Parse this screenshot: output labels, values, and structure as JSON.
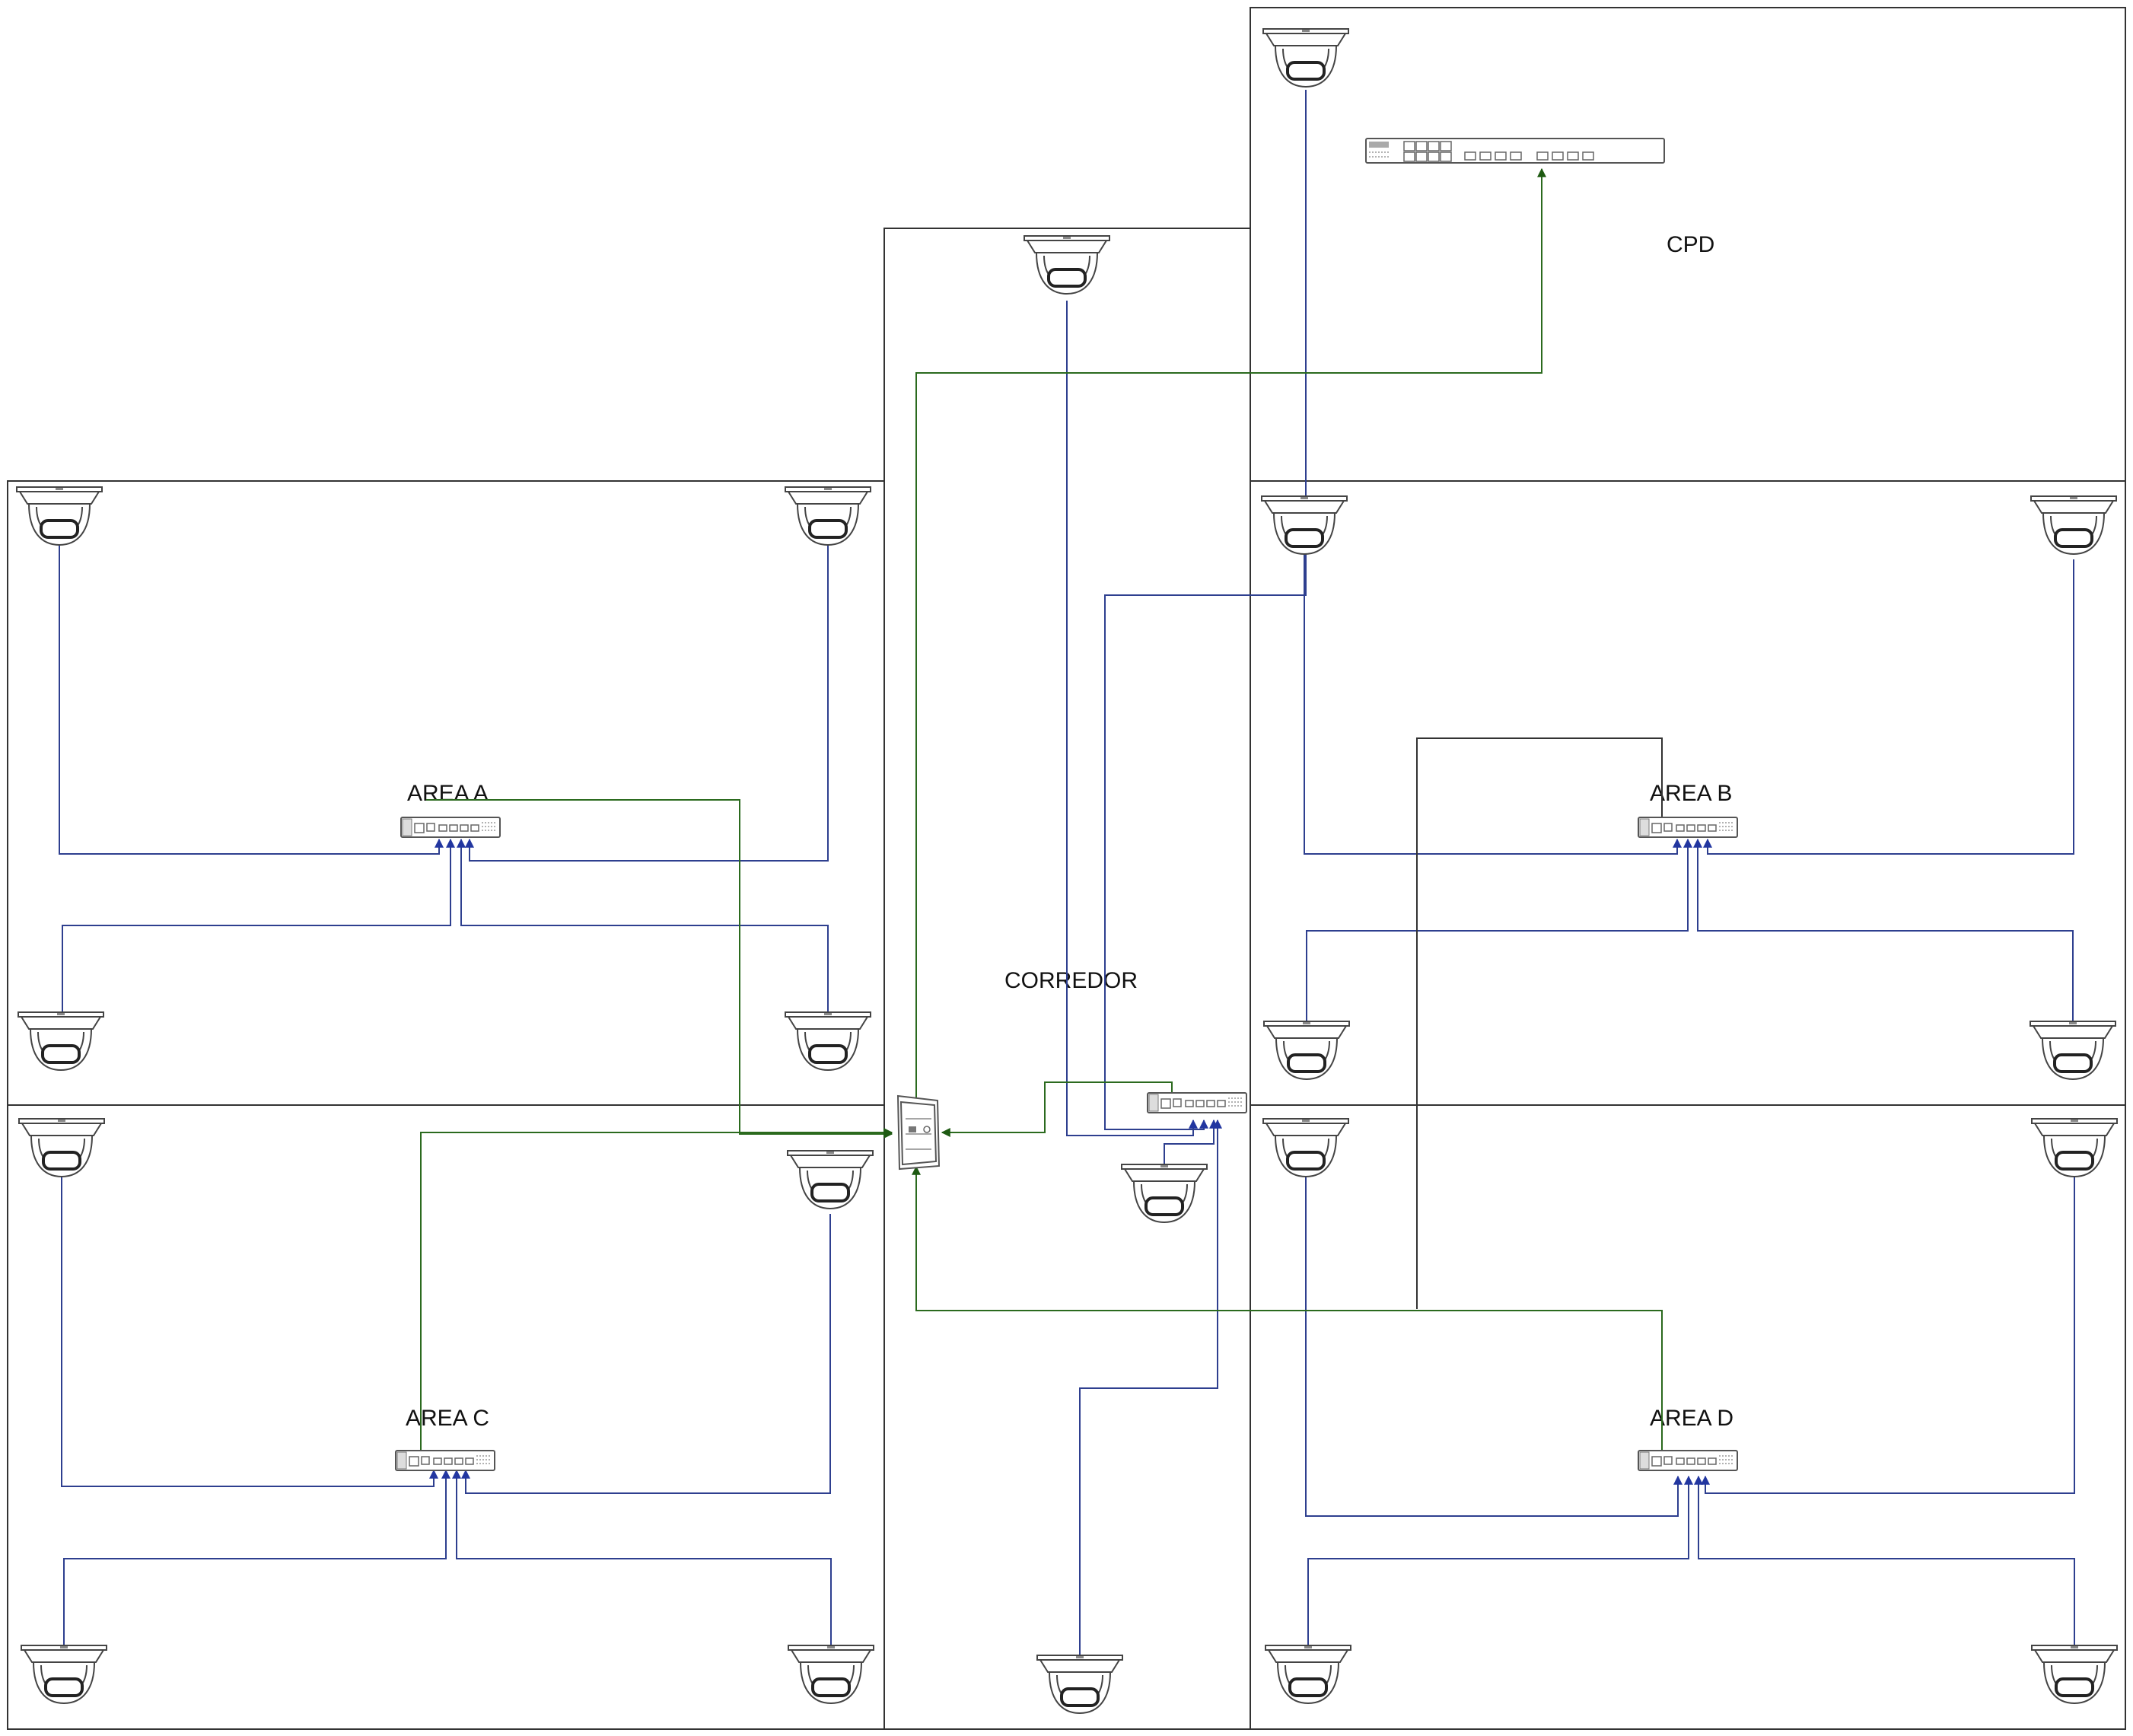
{
  "areas": {
    "cpd": "CPD",
    "area_a": "AREA A",
    "area_b": "AREA B",
    "area_c": "AREA C",
    "area_d": "AREA D",
    "corredor": "CORREDOR"
  },
  "colors": {
    "camera_link": "#2E3F8F",
    "uplink": "#2B6A1E",
    "wall": "#333333"
  },
  "icons": {
    "camera": "dome-camera-icon",
    "poe_switch": "poe-switch-icon",
    "core_switch": "core-switch-icon",
    "enclosure": "network-enclosure-icon"
  }
}
